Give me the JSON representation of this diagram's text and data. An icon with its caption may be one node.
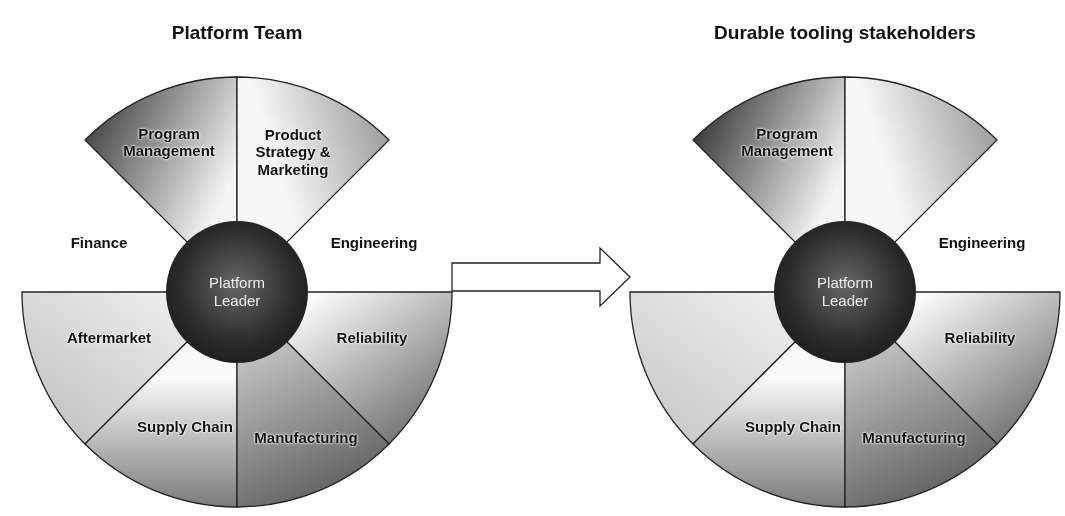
{
  "diagram": {
    "nodes": [
      {
        "text": [
          "Platform Team"
        ]
      },
      {
        "text": [
          "Program Management"
        ],
        "in": 0
      },
      {
        "text": [
          "Product Strategy & Marketing"
        ],
        "in": 0
      },
      {
        "text": [
          "Platform Leader"
        ],
        "in": 0
      },
      {
        "text": [
          "Aftermarket"
        ],
        "in": 0
      },
      {
        "text": [
          "Reliability"
        ],
        "in": 0
      },
      {
        "text": [
          "Supply Chain"
        ],
        "in": 0
      },
      {
        "text": [
          "Manufacturing"
        ],
        "in": 0
      },
      {
        "text": [
          "Durable tooling stakeholders"
        ]
      },
      {
        "text": [
          "Program Management"
        ],
        "in": 8
      },
      {
        "text": [],
        "shape": "sector",
        "in": 8
      },
      {
        "text": [
          "Platform Leader"
        ],
        "in": 8
      },
      {
        "text": [],
        "shape": "sector",
        "in": 8
      },
      {
        "text": [
          "Reliability"
        ],
        "in": 8
      },
      {
        "text": [
          "Supply Chain"
        ],
        "in": 8
      },
      {
        "text": [
          "Manufacturing"
        ],
        "in": 8
      }
    ],
    "edges": [
      {
        "from": 0,
        "to": 8,
        "arrow": "to"
      }
    ],
    "labels": [
      "Finance",
      "Engineering",
      "Engineering"
    ]
  }
}
